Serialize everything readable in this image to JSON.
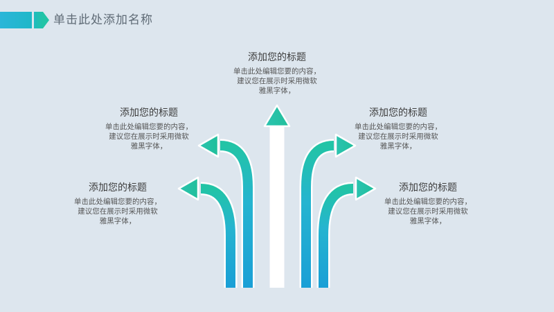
{
  "slide": {
    "title": "单击此处添加名称"
  },
  "blocks": [
    {
      "id": "top",
      "heading": "添加您的标题",
      "lines": [
        "单击此处编辑您要的内容，",
        "建议您在展示时采用微软",
        "雅黑字体，"
      ]
    },
    {
      "id": "upper-left",
      "heading": "添加您的标题",
      "lines": [
        "单击此处编辑您要的内容，",
        "建议您在展示时采用微软",
        "雅黑字体，"
      ]
    },
    {
      "id": "upper-right",
      "heading": "添加您的标题",
      "lines": [
        "单击此处编辑您要的内容，",
        "建议您在展示时采用微软",
        "雅黑字体，"
      ]
    },
    {
      "id": "lower-left",
      "heading": "添加您的标题",
      "lines": [
        "单击此处编辑您要的内容，",
        "建议您在展示时采用微软",
        "雅黑字体，"
      ]
    },
    {
      "id": "lower-right",
      "heading": "添加您的标题",
      "lines": [
        "单击此处编辑您要的内容，",
        "建议您在展示时采用微软",
        "雅黑字体，"
      ]
    }
  ],
  "colors": {
    "background": "#dde6ee",
    "arrow_dark": "#1a9fd6",
    "arrow_light": "#30c0c8",
    "arrow_tip": "#22c4a6",
    "outline": "#ffffff"
  }
}
